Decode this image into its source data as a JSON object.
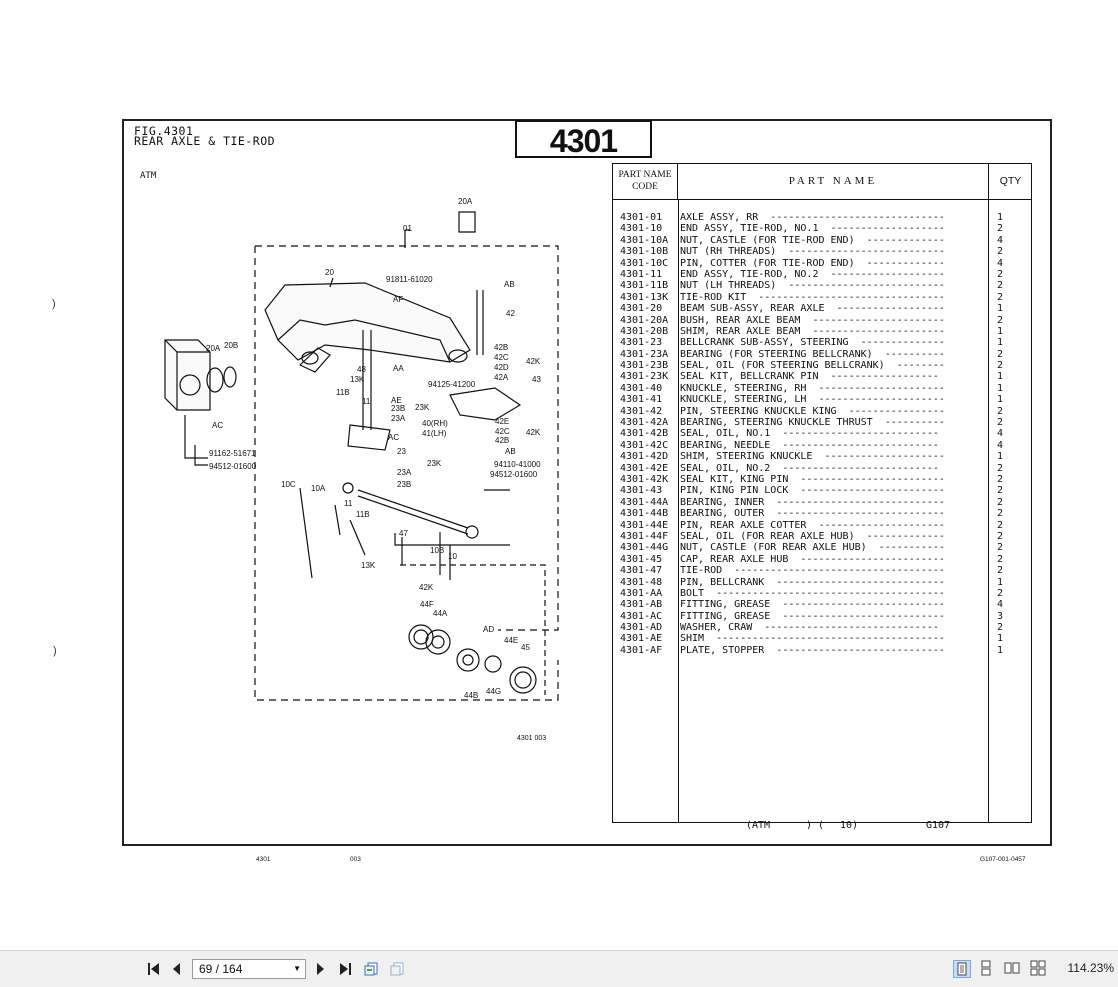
{
  "figure": {
    "title_line1": "FIG.4301",
    "title_line2": "REAR AXLE & TIE-ROD",
    "atm_label": "ATM",
    "number": "4301",
    "diagram_ref": "4301 003"
  },
  "diagram_labels": {
    "l01": "01",
    "l20": "20",
    "l20a": "20A",
    "l20a_left": "20A",
    "l20b": "20B",
    "l91811": "91811-61020",
    "lAF": "AF",
    "lAB": "AB",
    "l42": "42",
    "l42b": "42B",
    "l42c": "42C",
    "l42d": "42D",
    "l42a": "42A",
    "l42k": "42K",
    "l43": "43",
    "l48": "48",
    "lAA": "AA",
    "l13k": "13K",
    "l11b": "11B",
    "l11": "11",
    "lAE": "AE",
    "l23b": "23B",
    "l23k": "23K",
    "l23a": "23A",
    "l94125": "94125-41200",
    "l40": "40(RH)",
    "l41": "41(LH)",
    "l42e": "42E",
    "l42c2": "42C",
    "l42k2": "42K",
    "l42b2": "42B",
    "lAB2": "AB",
    "lAC": "AC",
    "lAC2": "AC",
    "l23": "23",
    "l23k2": "23K",
    "l23a2": "23A",
    "l23b2": "23B",
    "l94110": "94110-41000",
    "l94512": "94512-01600",
    "l91162": "91162-51671",
    "l94512b": "94512-01600",
    "l10c": "10C",
    "l10a": "10A",
    "l11c": "11",
    "l11b2": "11B",
    "l47": "47",
    "l10b": "10B",
    "l10": "10",
    "l13k2": "13K",
    "l42k3": "42K",
    "l44f": "44F",
    "l44a": "44A",
    "lAD": "AD",
    "l44e": "44E",
    "l45": "45",
    "l44b": "44B",
    "l44g": "44G"
  },
  "table": {
    "header_code_line1": "PART NAME",
    "header_code_line2": "CODE",
    "header_name": "PART    NAME",
    "header_qty": "QTY",
    "rows": [
      {
        "code": "4301-01",
        "name": "AXLE ASSY, RR  -----------------------------",
        "qty": "1"
      },
      {
        "code": "4301-10",
        "name": "END ASSY, TIE-ROD, NO.1  -------------------",
        "qty": "2"
      },
      {
        "code": "4301-10A",
        "name": "NUT, CASTLE (FOR TIE-ROD END)  -------------",
        "qty": "4"
      },
      {
        "code": "4301-10B",
        "name": "NUT (RH THREADS)  --------------------------",
        "qty": "2"
      },
      {
        "code": "4301-10C",
        "name": "PIN, COTTER (FOR TIE-ROD END)  -------------",
        "qty": "4"
      },
      {
        "code": "4301-11",
        "name": "END ASSY, TIE-ROD, NO.2  -------------------",
        "qty": "2"
      },
      {
        "code": "4301-11B",
        "name": "NUT (LH THREADS)  --------------------------",
        "qty": "2"
      },
      {
        "code": "4301-13K",
        "name": "TIE-ROD KIT  -------------------------------",
        "qty": "2"
      },
      {
        "code": "4301-20",
        "name": "BEAM SUB-ASSY, REAR AXLE  ------------------",
        "qty": "1"
      },
      {
        "code": "4301-20A",
        "name": "BUSH, REAR AXLE BEAM  ----------------------",
        "qty": "2"
      },
      {
        "code": "4301-20B",
        "name": "SHIM, REAR AXLE BEAM  ----------------------",
        "qty": "1"
      },
      {
        "code": "4301-23",
        "name": "BELLCRANK SUB-ASSY, STEERING  --------------",
        "qty": "1"
      },
      {
        "code": "4301-23A",
        "name": "BEARING (FOR STEERING BELLCRANK)  ----------",
        "qty": "2"
      },
      {
        "code": "4301-23B",
        "name": "SEAL, OIL (FOR STEERING BELLCRANK)  --------",
        "qty": "2"
      },
      {
        "code": "4301-23K",
        "name": "SEAL KIT, BELLCRANK PIN  ------------------",
        "qty": "1"
      },
      {
        "code": "4301-40",
        "name": "KNUCKLE, STEERING, RH  ---------------------",
        "qty": "1"
      },
      {
        "code": "4301-41",
        "name": "KNUCKLE, STEERING, LH  ---------------------",
        "qty": "1"
      },
      {
        "code": "4301-42",
        "name": "PIN, STEERING KNUCKLE KING  ----------------",
        "qty": "2"
      },
      {
        "code": "4301-42A",
        "name": "BEARING, STEERING KNUCKLE THRUST  ----------",
        "qty": "2"
      },
      {
        "code": "4301-42B",
        "name": "SEAL, OIL, NO.1  --------------------------",
        "qty": "4"
      },
      {
        "code": "4301-42C",
        "name": "BEARING, NEEDLE  --------------------------",
        "qty": "4"
      },
      {
        "code": "4301-42D",
        "name": "SHIM, STEERING KNUCKLE  --------------------",
        "qty": "1"
      },
      {
        "code": "4301-42E",
        "name": "SEAL, OIL, NO.2  --------------------------",
        "qty": "2"
      },
      {
        "code": "4301-42K",
        "name": "SEAL KIT, KING PIN  ------------------------",
        "qty": "2"
      },
      {
        "code": "4301-43",
        "name": "PIN, KING PIN LOCK  ------------------------",
        "qty": "2"
      },
      {
        "code": "4301-44A",
        "name": "BEARING, INNER  ----------------------------",
        "qty": "2"
      },
      {
        "code": "4301-44B",
        "name": "BEARING, OUTER  ----------------------------",
        "qty": "2"
      },
      {
        "code": "4301-44E",
        "name": "PIN, REAR AXLE COTTER  ---------------------",
        "qty": "2"
      },
      {
        "code": "4301-44F",
        "name": "SEAL, OIL (FOR REAR AXLE HUB)  -------------",
        "qty": "2"
      },
      {
        "code": "4301-44G",
        "name": "NUT, CASTLE (FOR REAR AXLE HUB)  -----------",
        "qty": "2"
      },
      {
        "code": "4301-45",
        "name": "CAP, REAR AXLE HUB  ------------------------",
        "qty": "2"
      },
      {
        "code": "4301-47",
        "name": "TIE-ROD  -----------------------------------",
        "qty": "2"
      },
      {
        "code": "4301-48",
        "name": "PIN, BELLCRANK  ----------------------------",
        "qty": "1"
      },
      {
        "code": "4301-AA",
        "name": "BOLT  --------------------------------------",
        "qty": "2"
      },
      {
        "code": "4301-AB",
        "name": "FITTING, GREASE  ---------------------------",
        "qty": "4"
      },
      {
        "code": "4301-AC",
        "name": "FITTING, GREASE  ---------------------------",
        "qty": "3"
      },
      {
        "code": "4301-AD",
        "name": "WASHER, CRAW  -----------------------------",
        "qty": "2"
      },
      {
        "code": "4301-AE",
        "name": "SHIM  --------------------------------------",
        "qty": "1"
      },
      {
        "code": "4301-AF",
        "name": "PLATE, STOPPER  ----------------------------",
        "qty": "1"
      }
    ],
    "footer_atm": "(ATM",
    "footer_paren": ") (",
    "footer_num": "10)",
    "footer_code": "G107"
  },
  "page_footer": {
    "left": "4301",
    "mid": "003",
    "right": "G107-001-0457"
  },
  "toolbar": {
    "page_value": "69 / 164",
    "zoom": "114.23%"
  }
}
